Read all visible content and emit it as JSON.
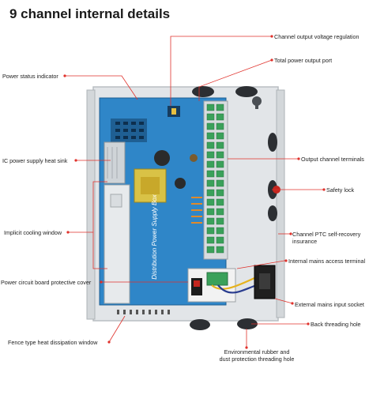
{
  "title": "9 channel internal details",
  "colors": {
    "leader_line": "#e0312b",
    "enclosure": "#dfe3e6",
    "board": "#2f86c8",
    "terminal": "#3aa15a",
    "transformer": "#d9c246",
    "heatsink": "#cfd4d8"
  },
  "labels": {
    "channel_output_voltage_regulation": "Channel output voltage regulation",
    "total_power_output_port": "Total power output port",
    "power_status_indicator": "Power status indicator",
    "ic_power_supply_heat_sink": "IC power supply heat sink",
    "output_channel_terminals": "Output channel terminals",
    "safety_lock": "Safety lock",
    "implicit_cooling_window": "Implicit cooling window",
    "channel_ptc_line1": "Channel PTC self-recovery",
    "channel_ptc_line2": "insurance",
    "internal_mains_access_terminal": "Internal mains access terminal",
    "power_circuit_board_protective_cover": "Power circuit board protective cover",
    "external_mains_input_socket": "External mains input socket",
    "back_threading_hole": "Back threading hole",
    "environmental_line1": "Environmental rubber and",
    "environmental_line2": "dust protection threading hole",
    "fence_type_heat_dissipation_window": "Fence type heat dissipation window"
  },
  "board_text": "Distribution Power Supply Box"
}
